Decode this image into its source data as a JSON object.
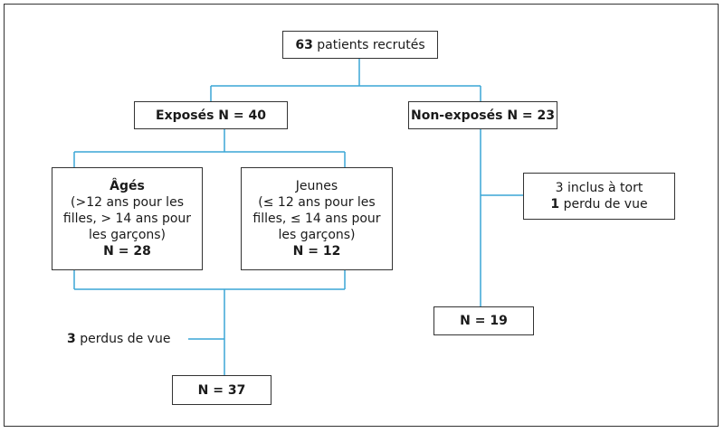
{
  "connector_color": "#3aa6d6",
  "nodes": {
    "recruited": {
      "count": "63",
      "text": "patients recrutés"
    },
    "exposed": {
      "text": "Exposés N = 40"
    },
    "nonexposed": {
      "text": "Non-exposés N = 23"
    },
    "aged": {
      "title": "Âgés",
      "line1": "(>12 ans pour les",
      "line2": "filles, > 14 ans pour",
      "line3": "les garçons)",
      "n": "N = 28"
    },
    "young": {
      "title": "Jeunes",
      "line1": "(≤ 12 ans pour les",
      "line2": "filles, ≤ 14 ans pour",
      "line3": "les garçons)",
      "n": "N = 12"
    },
    "excluded": {
      "line1": "3 inclus à tort",
      "lost_count": "1",
      "lost_text": "perdu de vue"
    },
    "lost_exposed": {
      "count": "3",
      "text": "perdus de vue"
    },
    "final_exposed": {
      "text": "N = 37"
    },
    "final_nonexposed": {
      "text": "N = 19"
    }
  }
}
